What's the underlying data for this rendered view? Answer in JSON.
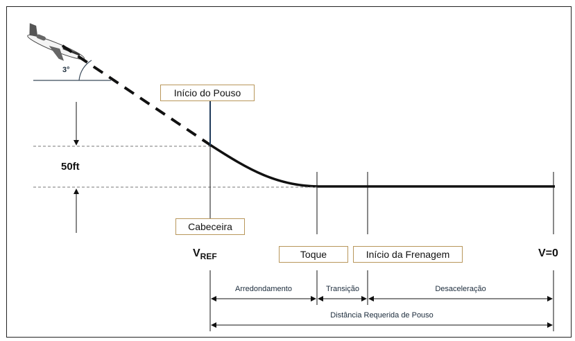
{
  "diagram": {
    "labels": {
      "inicio_pouso": "Início do Pouso",
      "cabeceira": "Cabeceira",
      "toque": "Toque",
      "inicio_frenagem": "Início da Frenagem",
      "vref_main": "V",
      "vref_sub": "REF",
      "v_zero": "V=0",
      "angle": "3°",
      "height": "50ft"
    },
    "segments": {
      "arredondamento": "Arredondamento",
      "transicao": "Transição",
      "desaceleracao": "Desaceleração",
      "distancia_total": "Distância Requerida de Pouso"
    },
    "colors": {
      "box_border": "#b8965a",
      "line": "#111111",
      "text_dark": "#1a2a3a"
    }
  }
}
